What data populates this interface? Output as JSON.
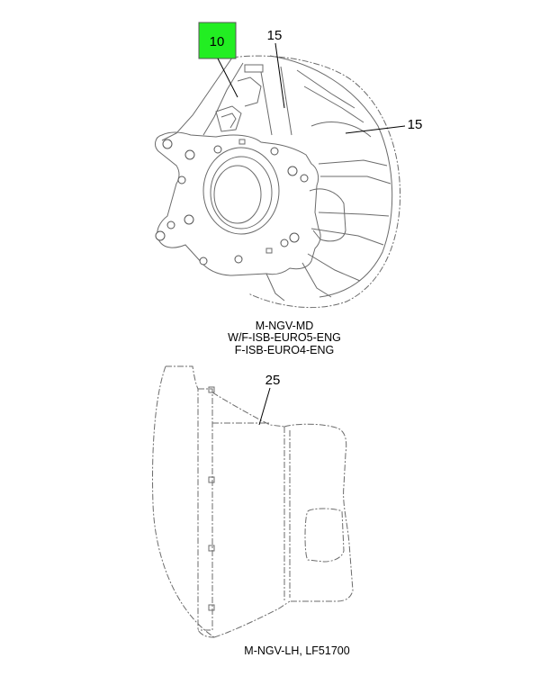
{
  "callouts": {
    "c10": "10",
    "c15a": "15",
    "c15b": "15",
    "c25": "25"
  },
  "captions": {
    "top_line1": "M-NGV-MD",
    "top_line2": "W/F-ISB-EURO5-ENG",
    "top_line3": "F-ISB-EURO4-ENG",
    "bottom": "M-NGV-LH, LF51700"
  },
  "colors": {
    "highlight": "#22ee22",
    "line": "#6b6b6b"
  }
}
